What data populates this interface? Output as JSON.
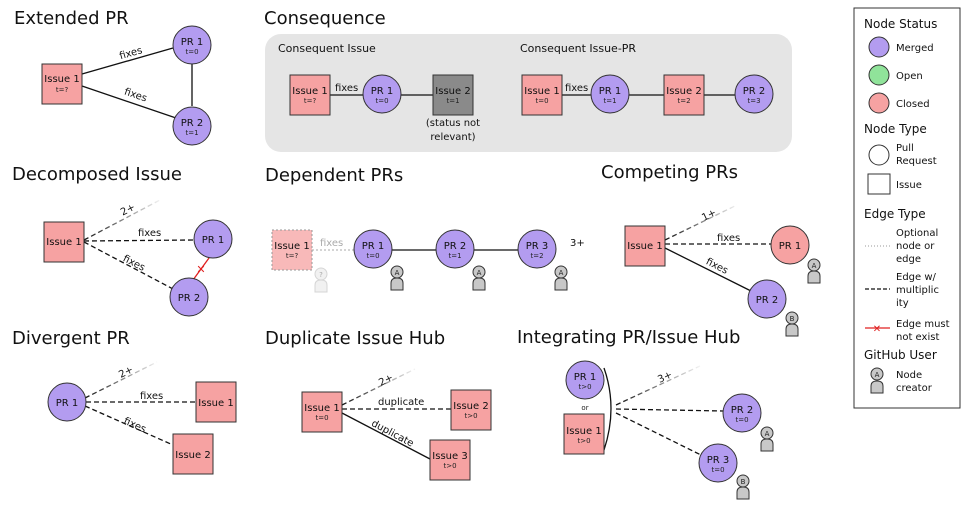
{
  "colors": {
    "merged": "#b39cf0",
    "open": "#90e39a",
    "closed": "#f6a2a2",
    "issue_grey": "#8a8a8a",
    "panel": "#e5e5e5",
    "user": "#c8c8c8",
    "forbidden": "#e02020"
  },
  "sections": {
    "extended_pr": "Extended PR",
    "consequence": "Consequence",
    "consequent_issue": "Consequent Issue",
    "consequent_issue_pr": "Consequent Issue-PR",
    "decomposed_issue": "Decomposed Issue",
    "dependent_prs": "Dependent PRs",
    "competing_prs": "Competing PRs",
    "divergent_pr": "Divergent PR",
    "duplicate_issue_hub": "Duplicate Issue Hub",
    "integrating_hub": "Integrating PR/Issue Hub"
  },
  "labels": {
    "issue1": "Issue 1",
    "issue2": "Issue 2",
    "issue3": "Issue 3",
    "pr1": "PR 1",
    "pr2": "PR 2",
    "pr3": "PR 3",
    "t_unknown": "t=?",
    "t0": "t=0",
    "t1": "t=1",
    "t2": "t=2",
    "t3": "t=3",
    "t_gt0": "t>0",
    "fixes": "fixes",
    "duplicate": "duplicate",
    "two_plus": "2+",
    "one_plus": "1+",
    "three_plus": "3+",
    "or": "or",
    "status_note_1": "(status not",
    "status_note_2": "relevant)",
    "user_a": "A",
    "user_b": "B",
    "user_q": "?"
  },
  "legend": {
    "node_status": "Node Status",
    "merged": "Merged",
    "open": "Open",
    "closed": "Closed",
    "node_type": "Node Type",
    "pull": "Pull",
    "request": "Request",
    "issue": "Issue",
    "edge_type": "Edge Type",
    "optional_1": "Optional",
    "optional_2": "node or",
    "optional_3": "edge",
    "mult_1": "Edge w/",
    "mult_2": "multiplic",
    "mult_3": "ity",
    "must_1": "Edge must",
    "must_2": "not exist",
    "github_user": "GitHub User",
    "creator_1": "Node",
    "creator_2": "creator"
  }
}
